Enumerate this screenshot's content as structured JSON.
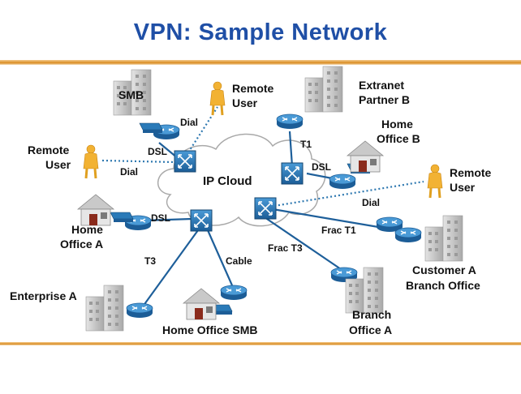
{
  "title": "VPN: Sample Network",
  "cloud_label": "IP Cloud",
  "nodes": {
    "smb": "SMB",
    "remote_user_top_1": "Remote",
    "remote_user_top_2": "User",
    "extranet_1": "Extranet",
    "extranet_2": "Partner B",
    "home_office_b_1": "Home",
    "home_office_b_2": "Office B",
    "remote_user_left_1": "Remote",
    "remote_user_left_2": "User",
    "remote_user_right_1": "Remote",
    "remote_user_right_2": "User",
    "home_office_a_1": "Home",
    "home_office_a_2": "Office A",
    "customer_a_1": "Customer A",
    "customer_a_2": "Branch Office",
    "enterprise_a": "Enterprise A",
    "home_office_smb": "Home Office SMB",
    "branch_office_a_1": "Branch",
    "branch_office_a_2": "Office A"
  },
  "links": {
    "dial_top": "Dial",
    "dsl_top": "DSL",
    "dial_left": "Dial",
    "t1": "T1",
    "dsl_right": "DSL",
    "dial_right": "Dial",
    "dsl_left": "DSL",
    "frac_t1": "Frac T1",
    "frac_t3": "Frac T3",
    "t3": "T3",
    "cable": "Cable"
  },
  "colors": {
    "title": "#1f4fa6",
    "device": "#2a7ab8",
    "link_solid": "#1e5f9a",
    "link_dial": "#2e78b0",
    "rule": "#d98c22"
  }
}
